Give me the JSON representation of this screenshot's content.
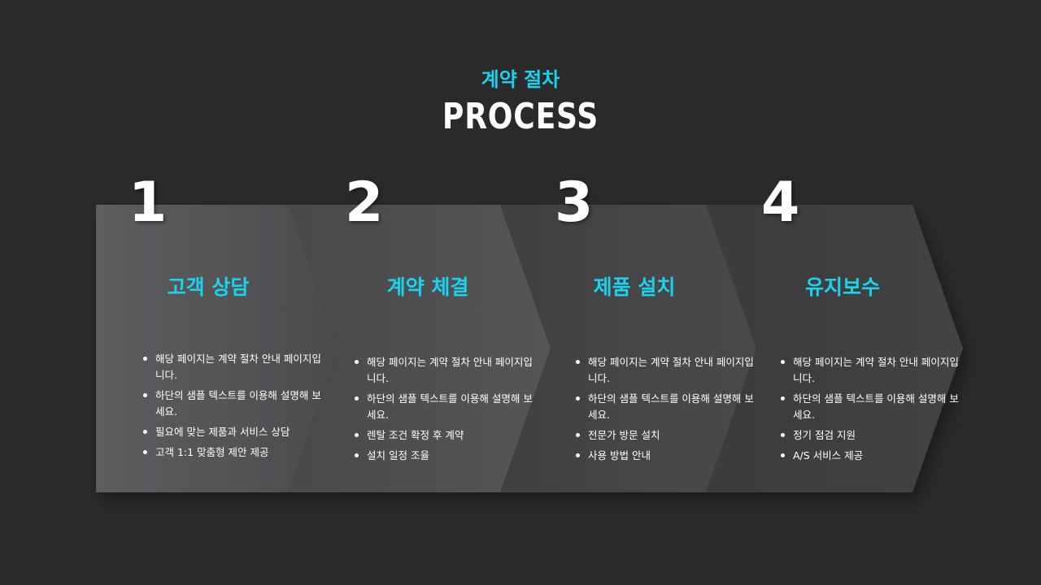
{
  "header": {
    "subtitle": "계약 절차",
    "title": "PROCESS"
  },
  "colors": {
    "background": "#2a2a2b",
    "accent": "#19d3ec",
    "text": "#ffffff"
  },
  "steps": [
    {
      "number": "1",
      "title": "고객 상담",
      "bullets": [
        "해당 페이지는 계약 절차 안내 페이지입니다.",
        "하단의 샘플 텍스트를 이용해 설명해 보세요.",
        "필요에 맞는 제품과 서비스 상담",
        "고객 1:1 맞춤형 제안 제공"
      ]
    },
    {
      "number": "2",
      "title": "계약 체결",
      "bullets": [
        "해당 페이지는 계약 절차 안내 페이지입니다.",
        "하단의 샘플 텍스트를 이용해 설명해 보세요.",
        "렌탈 조건 확정 후 계약",
        "설치 일정 조율"
      ]
    },
    {
      "number": "3",
      "title": "제품 설치",
      "bullets": [
        "해당 페이지는 계약 절차 안내 페이지입니다.",
        "하단의 샘플 텍스트를 이용해 설명해 보세요.",
        "전문가 방문 설치",
        "사용 방법 안내"
      ]
    },
    {
      "number": "4",
      "title": "유지보수",
      "bullets": [
        "해당 페이지는 계약 절차 안내 페이지입니다.",
        "하단의 샘플 텍스트를 이용해 설명해 보세요.",
        "정기 점검 지원",
        "A/S 서비스 제공"
      ]
    }
  ]
}
